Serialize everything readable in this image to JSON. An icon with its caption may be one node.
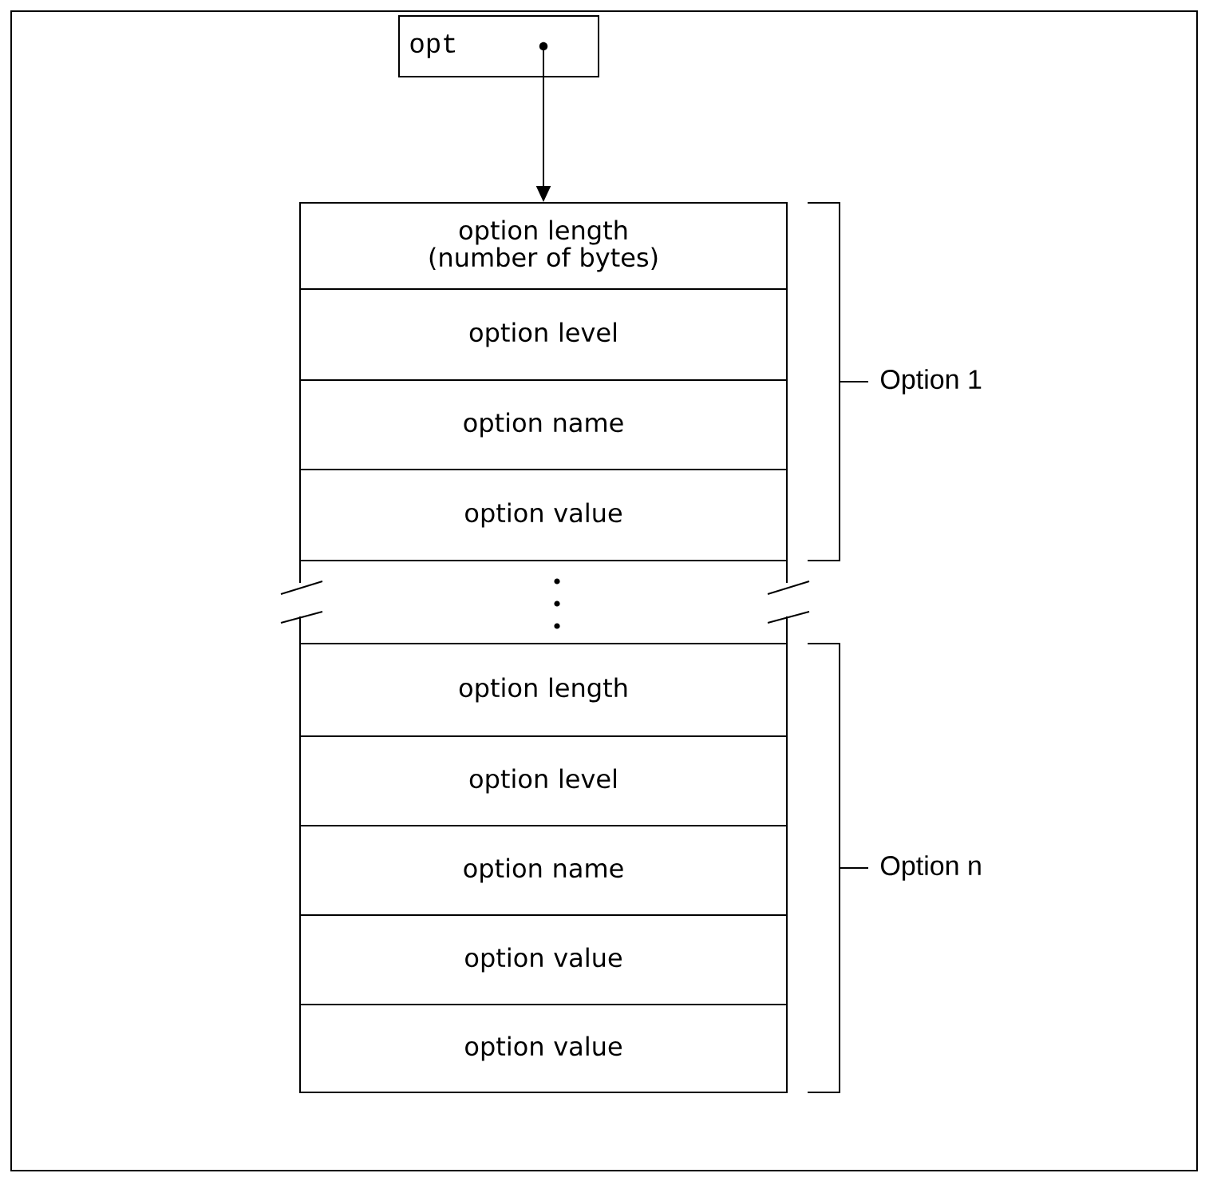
{
  "diagram": {
    "nodes": [
      {
        "text": [
          "opt"
        ]
      },
      {
        "text": [
          "option length (number of bytes)"
        ]
      },
      {
        "text": [
          "option level"
        ]
      },
      {
        "text": [
          "option name"
        ]
      },
      {
        "text": [
          "option value"
        ]
      },
      {
        "text": [
          "option length"
        ]
      },
      {
        "text": [
          "option level"
        ]
      },
      {
        "text": [
          "option name"
        ]
      },
      {
        "text": [
          "option value"
        ]
      },
      {
        "text": [
          "option value"
        ]
      }
    ],
    "edges": [
      {
        "from": 0,
        "to": 1,
        "arrow": "to"
      }
    ],
    "labels": [
      "Option 1",
      "Option n"
    ]
  }
}
